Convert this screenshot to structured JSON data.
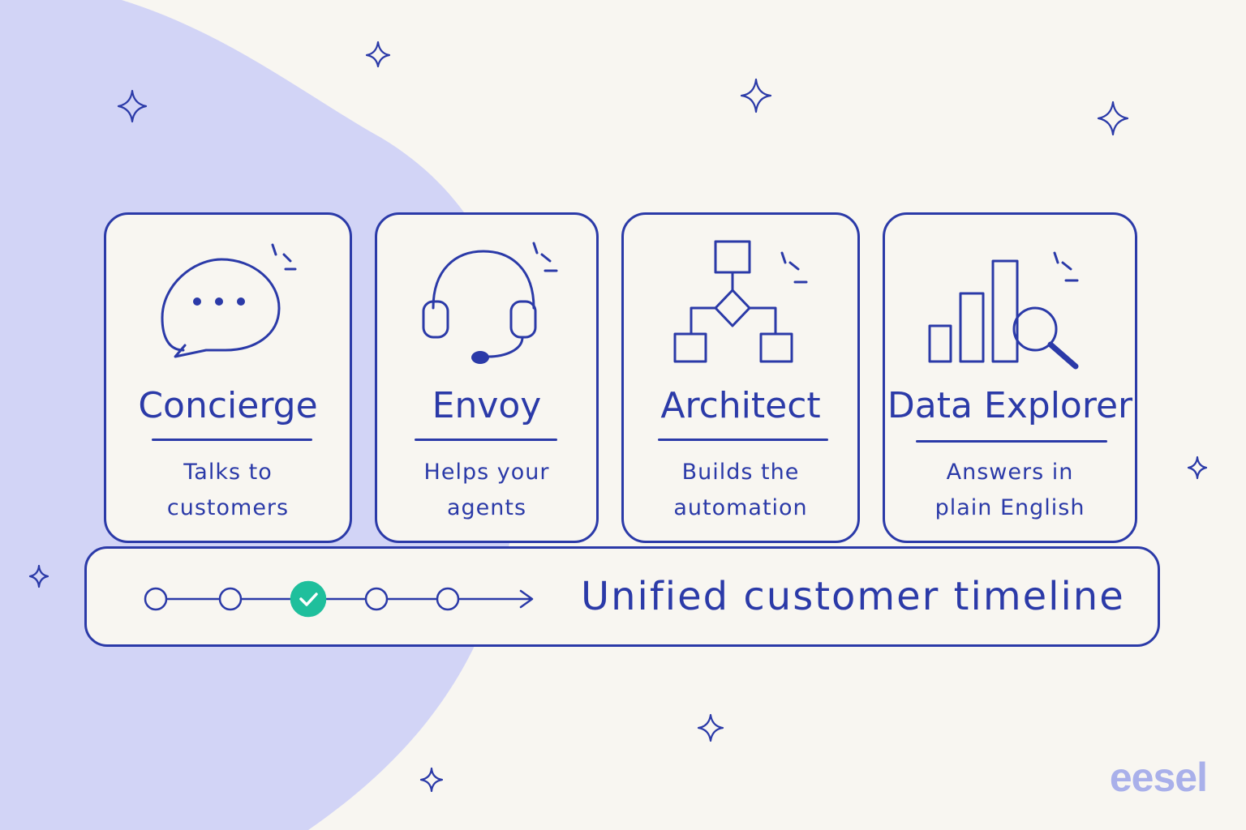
{
  "colors": {
    "ink": "#2b3aa8",
    "background": "#f8f6f1",
    "blob": "#d2d4f6",
    "check": "#1fbf9c",
    "logo": "#a9b0ea"
  },
  "cards": [
    {
      "title": "Concierge",
      "desc_line1": "Talks to",
      "desc_line2": "customers",
      "icon": "chat-bubble-icon"
    },
    {
      "title": "Envoy",
      "desc_line1": "Helps your",
      "desc_line2": "agents",
      "icon": "headset-icon"
    },
    {
      "title": "Architect",
      "desc_line1": "Builds the",
      "desc_line2": "automation",
      "icon": "flowchart-icon"
    },
    {
      "title": "Data Explorer",
      "desc_line1": "Answers in",
      "desc_line2": "plain English",
      "icon": "bar-chart-magnifier-icon"
    }
  ],
  "timeline": {
    "label": "Unified customer timeline",
    "steps": 5,
    "completed_step": 3
  },
  "logo": {
    "text": "eesel"
  }
}
